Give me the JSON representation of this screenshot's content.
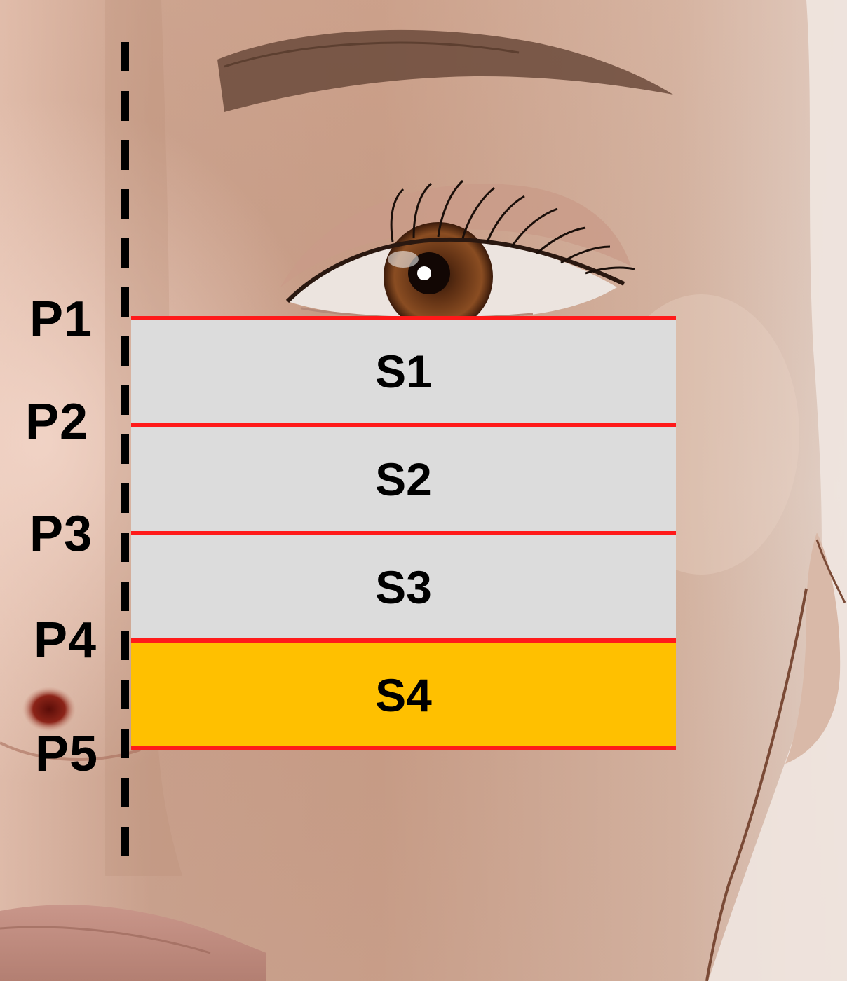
{
  "points": [
    {
      "id": "p1",
      "label": "P1"
    },
    {
      "id": "p2",
      "label": "P2"
    },
    {
      "id": "p3",
      "label": "P3"
    },
    {
      "id": "p4",
      "label": "P4"
    },
    {
      "id": "p5",
      "label": "P5"
    }
  ],
  "segments": [
    {
      "id": "s1",
      "label": "S1",
      "highlighted": false
    },
    {
      "id": "s2",
      "label": "S2",
      "highlighted": false
    },
    {
      "id": "s3",
      "label": "S3",
      "highlighted": false
    },
    {
      "id": "s4",
      "label": "S4",
      "highlighted": true
    }
  ],
  "colors": {
    "segment_fill": "#dcdcdc",
    "highlight_fill": "#ffc000",
    "boundary_line": "#ff1a1a",
    "midline": "#000000",
    "text": "#000000"
  }
}
